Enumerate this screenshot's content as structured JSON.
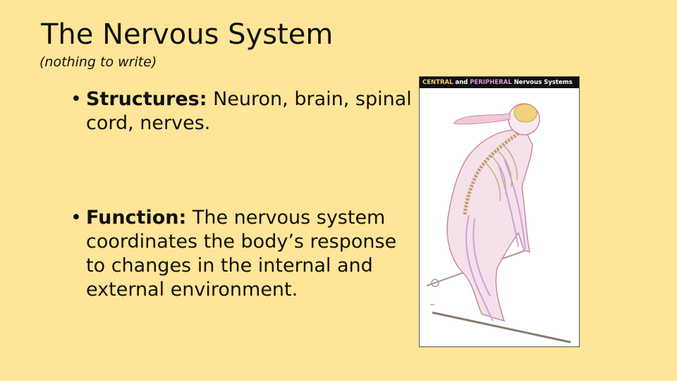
{
  "slide": {
    "title": "The Nervous System",
    "subtitle": "(nothing to write)",
    "bullets": [
      {
        "term": "Structures:",
        "text": " Neuron, brain, spinal cord, nerves."
      },
      {
        "term": "Function:",
        "text": " The nervous system coordinates the body’s response to changes in the internal and external environment."
      }
    ]
  },
  "figure": {
    "banner_central": "CENTRAL",
    "banner_and": " and ",
    "banner_peripheral": "PERIPHERAL",
    "banner_rest": " Nervous Systems",
    "illustration": "skier-nervous-system-illustration",
    "colors": {
      "brain": "#f1d27a",
      "nerves": "#c9a3de",
      "body_outline": "#c98aa6",
      "spine": "#c89a6a"
    }
  },
  "theme": {
    "background": "#ffe598"
  }
}
